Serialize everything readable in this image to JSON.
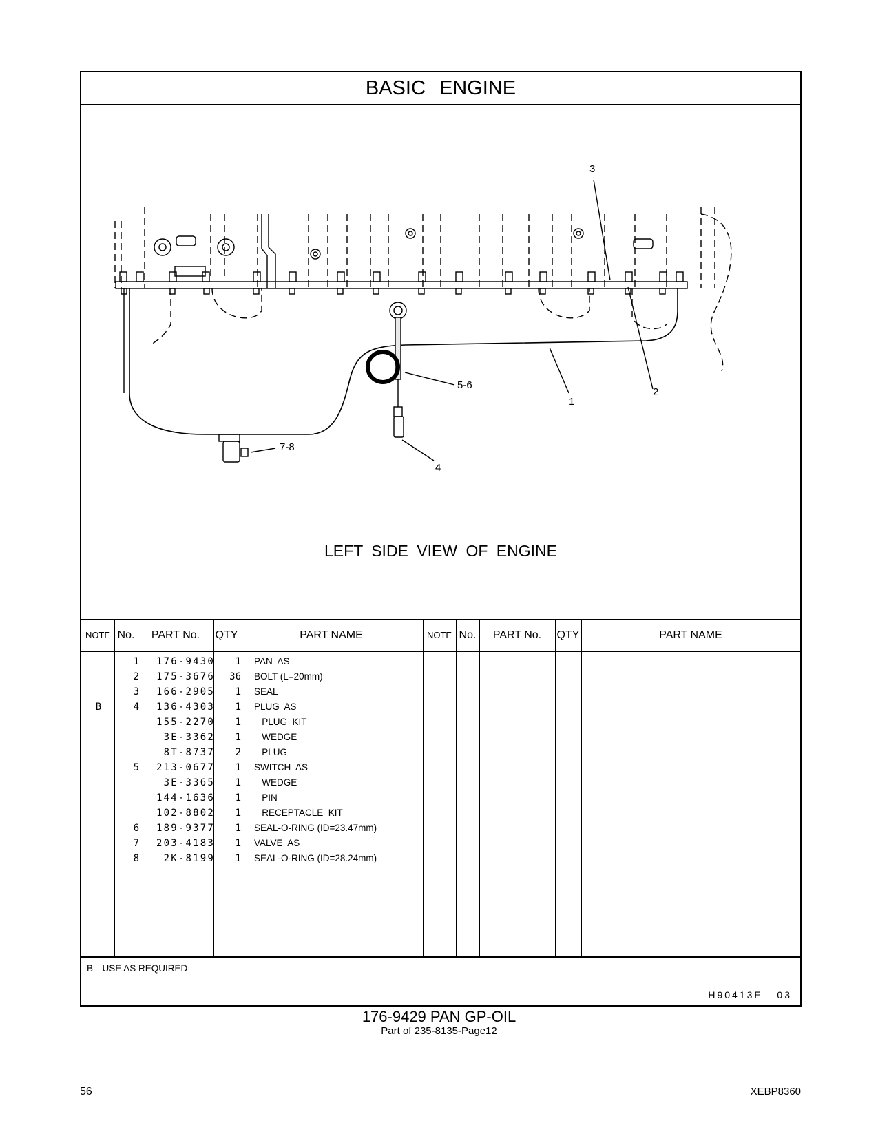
{
  "header": {
    "title": "BASIC   ENGINE"
  },
  "figure": {
    "caption": "LEFT SIDE VIEW OF ENGINE",
    "callouts": {
      "c3": "3",
      "c56": "5-6",
      "c1": "1",
      "c2": "2",
      "c78": "7-8",
      "c4": "4"
    }
  },
  "table": {
    "headers": {
      "note": "NOTE",
      "no": "No.",
      "part_no": "PART No.",
      "qty": "QTY",
      "part_name": "PART NAME"
    },
    "rows": [
      {
        "note": "",
        "no": "1",
        "part_no": "176-9430",
        "qty": "1",
        "name": "PAN  AS"
      },
      {
        "note": "",
        "no": "2",
        "part_no": "175-3676",
        "qty": "36",
        "name": "BOLT (L=20mm)"
      },
      {
        "note": "",
        "no": "3",
        "part_no": "166-2905",
        "qty": "1",
        "name": "SEAL"
      },
      {
        "note": "B",
        "no": "4",
        "part_no": "136-4303",
        "qty": "1",
        "name": "PLUG  AS"
      },
      {
        "note": "",
        "no": "",
        "part_no": "155-2270",
        "qty": "1",
        "name": "   PLUG  KIT"
      },
      {
        "note": "",
        "no": "",
        "part_no": "3E-3362",
        "qty": "1",
        "name": "   WEDGE"
      },
      {
        "note": "",
        "no": "",
        "part_no": "8T-8737",
        "qty": "2",
        "name": "   PLUG"
      },
      {
        "note": "",
        "no": "5",
        "part_no": "213-0677",
        "qty": "1",
        "name": "SWITCH  AS"
      },
      {
        "note": "",
        "no": "",
        "part_no": "3E-3365",
        "qty": "1",
        "name": "   WEDGE"
      },
      {
        "note": "",
        "no": "",
        "part_no": "144-1636",
        "qty": "1",
        "name": "   PIN"
      },
      {
        "note": "",
        "no": "",
        "part_no": "102-8802",
        "qty": "1",
        "name": "   RECEPTACLE  KIT"
      },
      {
        "note": "",
        "no": "6",
        "part_no": "189-9377",
        "qty": "1",
        "name": "SEAL-O-RING (ID=23.47mm)"
      },
      {
        "note": "",
        "no": "7",
        "part_no": "203-4183",
        "qty": "1",
        "name": "VALVE  AS"
      },
      {
        "note": "",
        "no": "8",
        "part_no": "2K-8199",
        "qty": "1",
        "name": "SEAL-O-RING (ID=28.24mm)"
      }
    ]
  },
  "footer": {
    "note": "B—USE  AS  REQUIRED",
    "figure_code": "H90413E   03"
  },
  "caption": {
    "main": "176-9429  PAN  GP-OIL",
    "sub": "Part of 235-8135-Page12"
  },
  "page": {
    "number": "56",
    "doc_code": "XEBP8360"
  }
}
